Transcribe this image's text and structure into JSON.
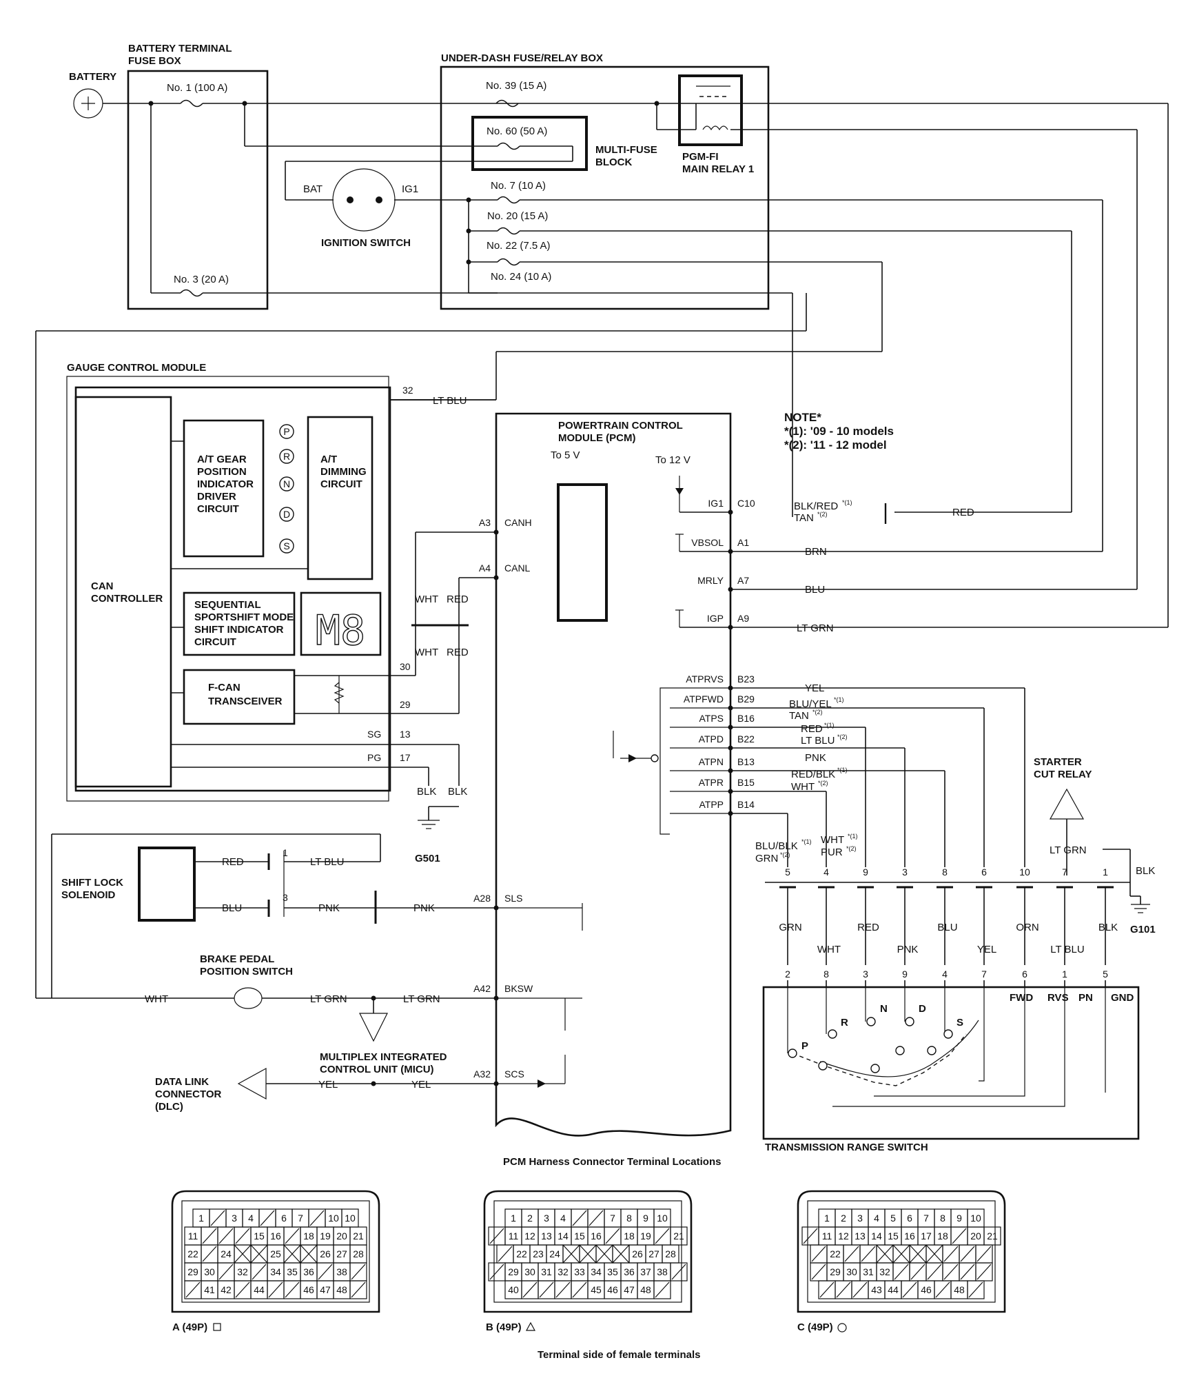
{
  "components": {
    "battery": "BATTERY",
    "battery_fuse_box": [
      "BATTERY TERMINAL",
      "FUSE BOX"
    ],
    "under_dash_box": "UNDER-DASH FUSE/RELAY BOX",
    "multi_fuse_block": [
      "MULTI-FUSE",
      "BLOCK"
    ],
    "main_relay": [
      "PGM-FI",
      "MAIN RELAY 1"
    ],
    "ignition_switch": "IGNITION SWITCH",
    "ignition_bat": "BAT",
    "ignition_ig1": "IG1",
    "gauge_module": "GAUGE CONTROL MODULE",
    "can_controller": [
      "CAN",
      "CONTROLLER"
    ],
    "gear_indicator": [
      "A/T GEAR",
      "POSITION",
      "INDICATOR",
      "DRIVER",
      "CIRCUIT"
    ],
    "dimming_circuit": [
      "A/T",
      "DIMMING",
      "CIRCUIT"
    ],
    "sportshift": [
      "SEQUENTIAL",
      "SPORTSHIFT MODE",
      "SHIFT INDICATOR",
      "CIRCUIT"
    ],
    "fcan": [
      "F-CAN",
      "TRANSCEIVER"
    ],
    "pcm": [
      "POWERTRAIN CONTROL",
      "MODULE (PCM)"
    ],
    "to5v": "To 5 V",
    "to12v": "To 12 V",
    "shift_lock": [
      "SHIFT LOCK",
      "SOLENOID"
    ],
    "brake_switch": [
      "BRAKE PEDAL",
      "POSITION SWITCH"
    ],
    "micu": [
      "MULTIPLEX INTEGRATED",
      "CONTROL UNIT (MICU)"
    ],
    "dlc": [
      "DATA LINK",
      "CONNECTOR",
      "(DLC)"
    ],
    "starter_relay": [
      "STARTER",
      "CUT RELAY"
    ],
    "trs": "TRANSMISSION RANGE SWITCH",
    "g501": "G501",
    "g101": "G101",
    "m8": "M8"
  },
  "fuses": {
    "no1": "No. 1 (100 A)",
    "no3": "No. 3 (20 A)",
    "no39": "No. 39 (15 A)",
    "no60": "No. 60 (50 A)",
    "no7": "No. 7 (10 A)",
    "no20": "No. 20 (15 A)",
    "no22": "No. 22 (7.5 A)",
    "no24": "No. 24 (10 A)"
  },
  "note": {
    "title": "NOTE*",
    "lines": [
      "*(1): '09 - 10 models",
      "*(2): '11 - 12 model"
    ]
  },
  "gear_letters": [
    "P",
    "R",
    "N",
    "D",
    "S"
  ],
  "gauge_pins": {
    "p32": "32",
    "p30": "30",
    "p29": "29",
    "p13": "13",
    "p17": "17",
    "sg": "SG",
    "pg": "PG"
  },
  "pcm_left_pins": [
    {
      "code": "A3",
      "name": "CANH"
    },
    {
      "code": "A4",
      "name": "CANL"
    },
    {
      "code": "A28",
      "name": "SLS"
    },
    {
      "code": "A42",
      "name": "BKSW"
    },
    {
      "code": "A32",
      "name": "SCS"
    }
  ],
  "pcm_right_pins": [
    {
      "code": "C10",
      "name": "IG1"
    },
    {
      "code": "A1",
      "name": "VBSOL"
    },
    {
      "code": "A7",
      "name": "MRLY"
    },
    {
      "code": "A9",
      "name": "IGP"
    },
    {
      "code": "B23",
      "name": "ATPRVS"
    },
    {
      "code": "B29",
      "name": "ATPFWD"
    },
    {
      "code": "B16",
      "name": "ATPS"
    },
    {
      "code": "B22",
      "name": "ATPD"
    },
    {
      "code": "B13",
      "name": "ATPN"
    },
    {
      "code": "B15",
      "name": "ATPR"
    },
    {
      "code": "B14",
      "name": "ATPP"
    }
  ],
  "wires": {
    "lt_blu": "LT BLU",
    "blk_red": "BLK/RED",
    "blk_red_sup": "*(1)",
    "tan": "TAN",
    "tan_sup": "*(2)",
    "red": "RED",
    "brn": "BRN",
    "blu": "BLU",
    "lt_grn": "LT GRN",
    "yel": "YEL",
    "blu_yel": "BLU/YEL",
    "red_b16": "RED",
    "lt_blu_b16": "LT BLU",
    "pnk": "PNK",
    "red_blk": "RED/BLK",
    "wht_b13": "WHT",
    "wht": "WHT",
    "blk": "BLK",
    "grn": "GRN",
    "orn": "ORN",
    "blu_blk": "BLU/BLK",
    "grn_c5": "GRN",
    "wht_c4": "WHT",
    "pur": "PUR",
    "sup1": "*(1)",
    "sup2": "*(2)"
  },
  "connector_upper": {
    "pins": [
      "5",
      "4",
      "9",
      "3",
      "8",
      "6",
      "10",
      "7",
      "1"
    ],
    "colors": [
      "GRN",
      "WHT",
      "RED",
      "PNK",
      "BLU",
      "YEL",
      "ORN",
      "LT BLU",
      "BLK"
    ]
  },
  "connector_lower": {
    "pins": [
      "2",
      "8",
      "3",
      "9",
      "4",
      "7",
      "6",
      "1",
      "5"
    ]
  },
  "trs_labels": [
    "FWD",
    "RVS",
    "PN",
    "GND"
  ],
  "shift_lock_pins": [
    "1",
    "3"
  ],
  "harness": {
    "title": "PCM Harness Connector Terminal Locations",
    "footer": "Terminal side of female terminals",
    "labels": [
      "A (49P)",
      "B (49P)",
      "C (49P)"
    ],
    "a": [
      [
        "1",
        "/",
        "3",
        "4",
        "/",
        "6",
        "7",
        "/",
        "10",
        "10"
      ],
      [
        "11",
        "/",
        "/",
        "/",
        "15",
        "16",
        "/",
        "18",
        "19",
        "20",
        "21"
      ],
      [
        "22",
        "/",
        "24",
        "X",
        "X",
        "25",
        "X",
        "X",
        "26",
        "27",
        "28"
      ],
      [
        "29",
        "30",
        "/",
        "32",
        "/",
        "34",
        "35",
        "36",
        "/",
        "38",
        "/"
      ],
      [
        "/",
        "41",
        "42",
        "/",
        "44",
        "/",
        "/",
        "46",
        "47",
        "48",
        "/"
      ]
    ],
    "b": [
      [
        "1",
        "2",
        "3",
        "4",
        "/",
        "/",
        "7",
        "8",
        "9",
        "10"
      ],
      [
        "/",
        "11",
        "12",
        "13",
        "14",
        "15",
        "16",
        "/",
        "18",
        "19",
        "/",
        "21"
      ],
      [
        "/",
        "22",
        "23",
        "24",
        "X",
        "X",
        "X",
        "X",
        "26",
        "27",
        "28"
      ],
      [
        "/",
        "29",
        "30",
        "31",
        "32",
        "33",
        "34",
        "35",
        "36",
        "37",
        "38",
        "/"
      ],
      [
        "40",
        "/",
        "/",
        "/",
        "/",
        "45",
        "46",
        "47",
        "48",
        "/"
      ]
    ],
    "c": [
      [
        "1",
        "2",
        "3",
        "4",
        "5",
        "6",
        "7",
        "8",
        "9",
        "10"
      ],
      [
        "/",
        "11",
        "12",
        "13",
        "14",
        "15",
        "16",
        "17",
        "18",
        "/",
        "20",
        "21"
      ],
      [
        "/",
        "22",
        "/",
        "/",
        "X",
        "X",
        "X",
        "X",
        "/",
        "/",
        "/"
      ],
      [
        "/",
        "29",
        "30",
        "31",
        "32",
        "/",
        "/",
        "/",
        "/",
        "/",
        "/"
      ],
      [
        "/",
        "/",
        "/",
        "43",
        "44",
        "/",
        "46",
        "/",
        "48",
        "/"
      ]
    ]
  }
}
